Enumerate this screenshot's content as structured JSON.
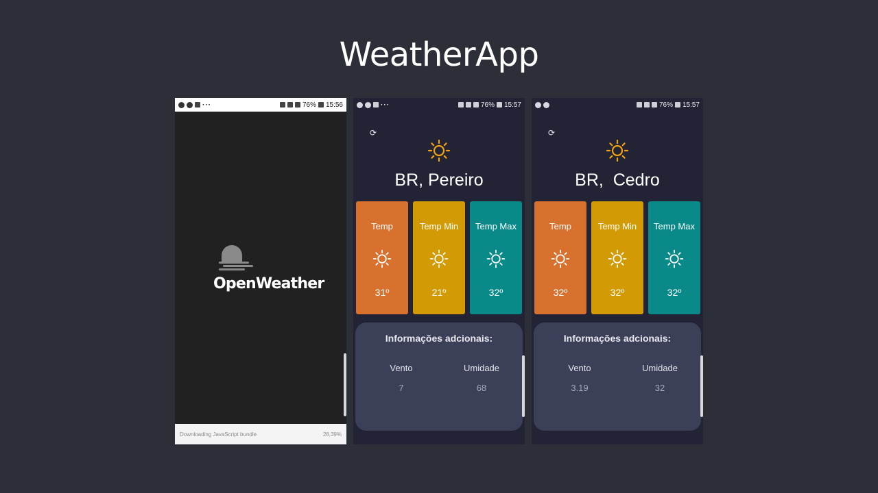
{
  "page": {
    "title": "WeatherApp"
  },
  "colors": {
    "background": "#2d2f38",
    "splash_bg": "#212121",
    "app_bg": "#222435",
    "card_temp": "#d8702e",
    "card_min": "#d29a05",
    "card_max": "#098a88",
    "info_panel": "#3c3f58",
    "sun_icon": "#f2a30f"
  },
  "splash": {
    "status_bar": {
      "battery": "76%",
      "time": "15:56",
      "icons": [
        "notification-icon",
        "whatsapp-icon",
        "telegram-icon",
        "more-dots-icon"
      ]
    },
    "logo_text": "OpenWeather",
    "loading_text": "Downloading JavaScript bundle",
    "loading_percent": "28,39%"
  },
  "screens": [
    {
      "status_bar": {
        "battery": "76%",
        "time": "15:57"
      },
      "city": "BR, Pereiro",
      "cards": [
        {
          "label": "Temp",
          "value": "31º"
        },
        {
          "label": "Temp Min",
          "value": "21º"
        },
        {
          "label": "Temp Max",
          "value": "32º"
        }
      ],
      "info": {
        "title": "Informações adcionais:",
        "wind_label": "Vento",
        "wind_value": "7",
        "humidity_label": "Umidade",
        "humidity_value": "68"
      }
    },
    {
      "status_bar": {
        "battery": "76%",
        "time": "15:57"
      },
      "city": "BR,  Cedro",
      "cards": [
        {
          "label": "Temp",
          "value": "32º"
        },
        {
          "label": "Temp Min",
          "value": "32º"
        },
        {
          "label": "Temp Max",
          "value": "32º"
        }
      ],
      "info": {
        "title": "Informações adcionais:",
        "wind_label": "Vento",
        "wind_value": "3.19",
        "humidity_label": "Umidade",
        "humidity_value": "32"
      }
    }
  ]
}
